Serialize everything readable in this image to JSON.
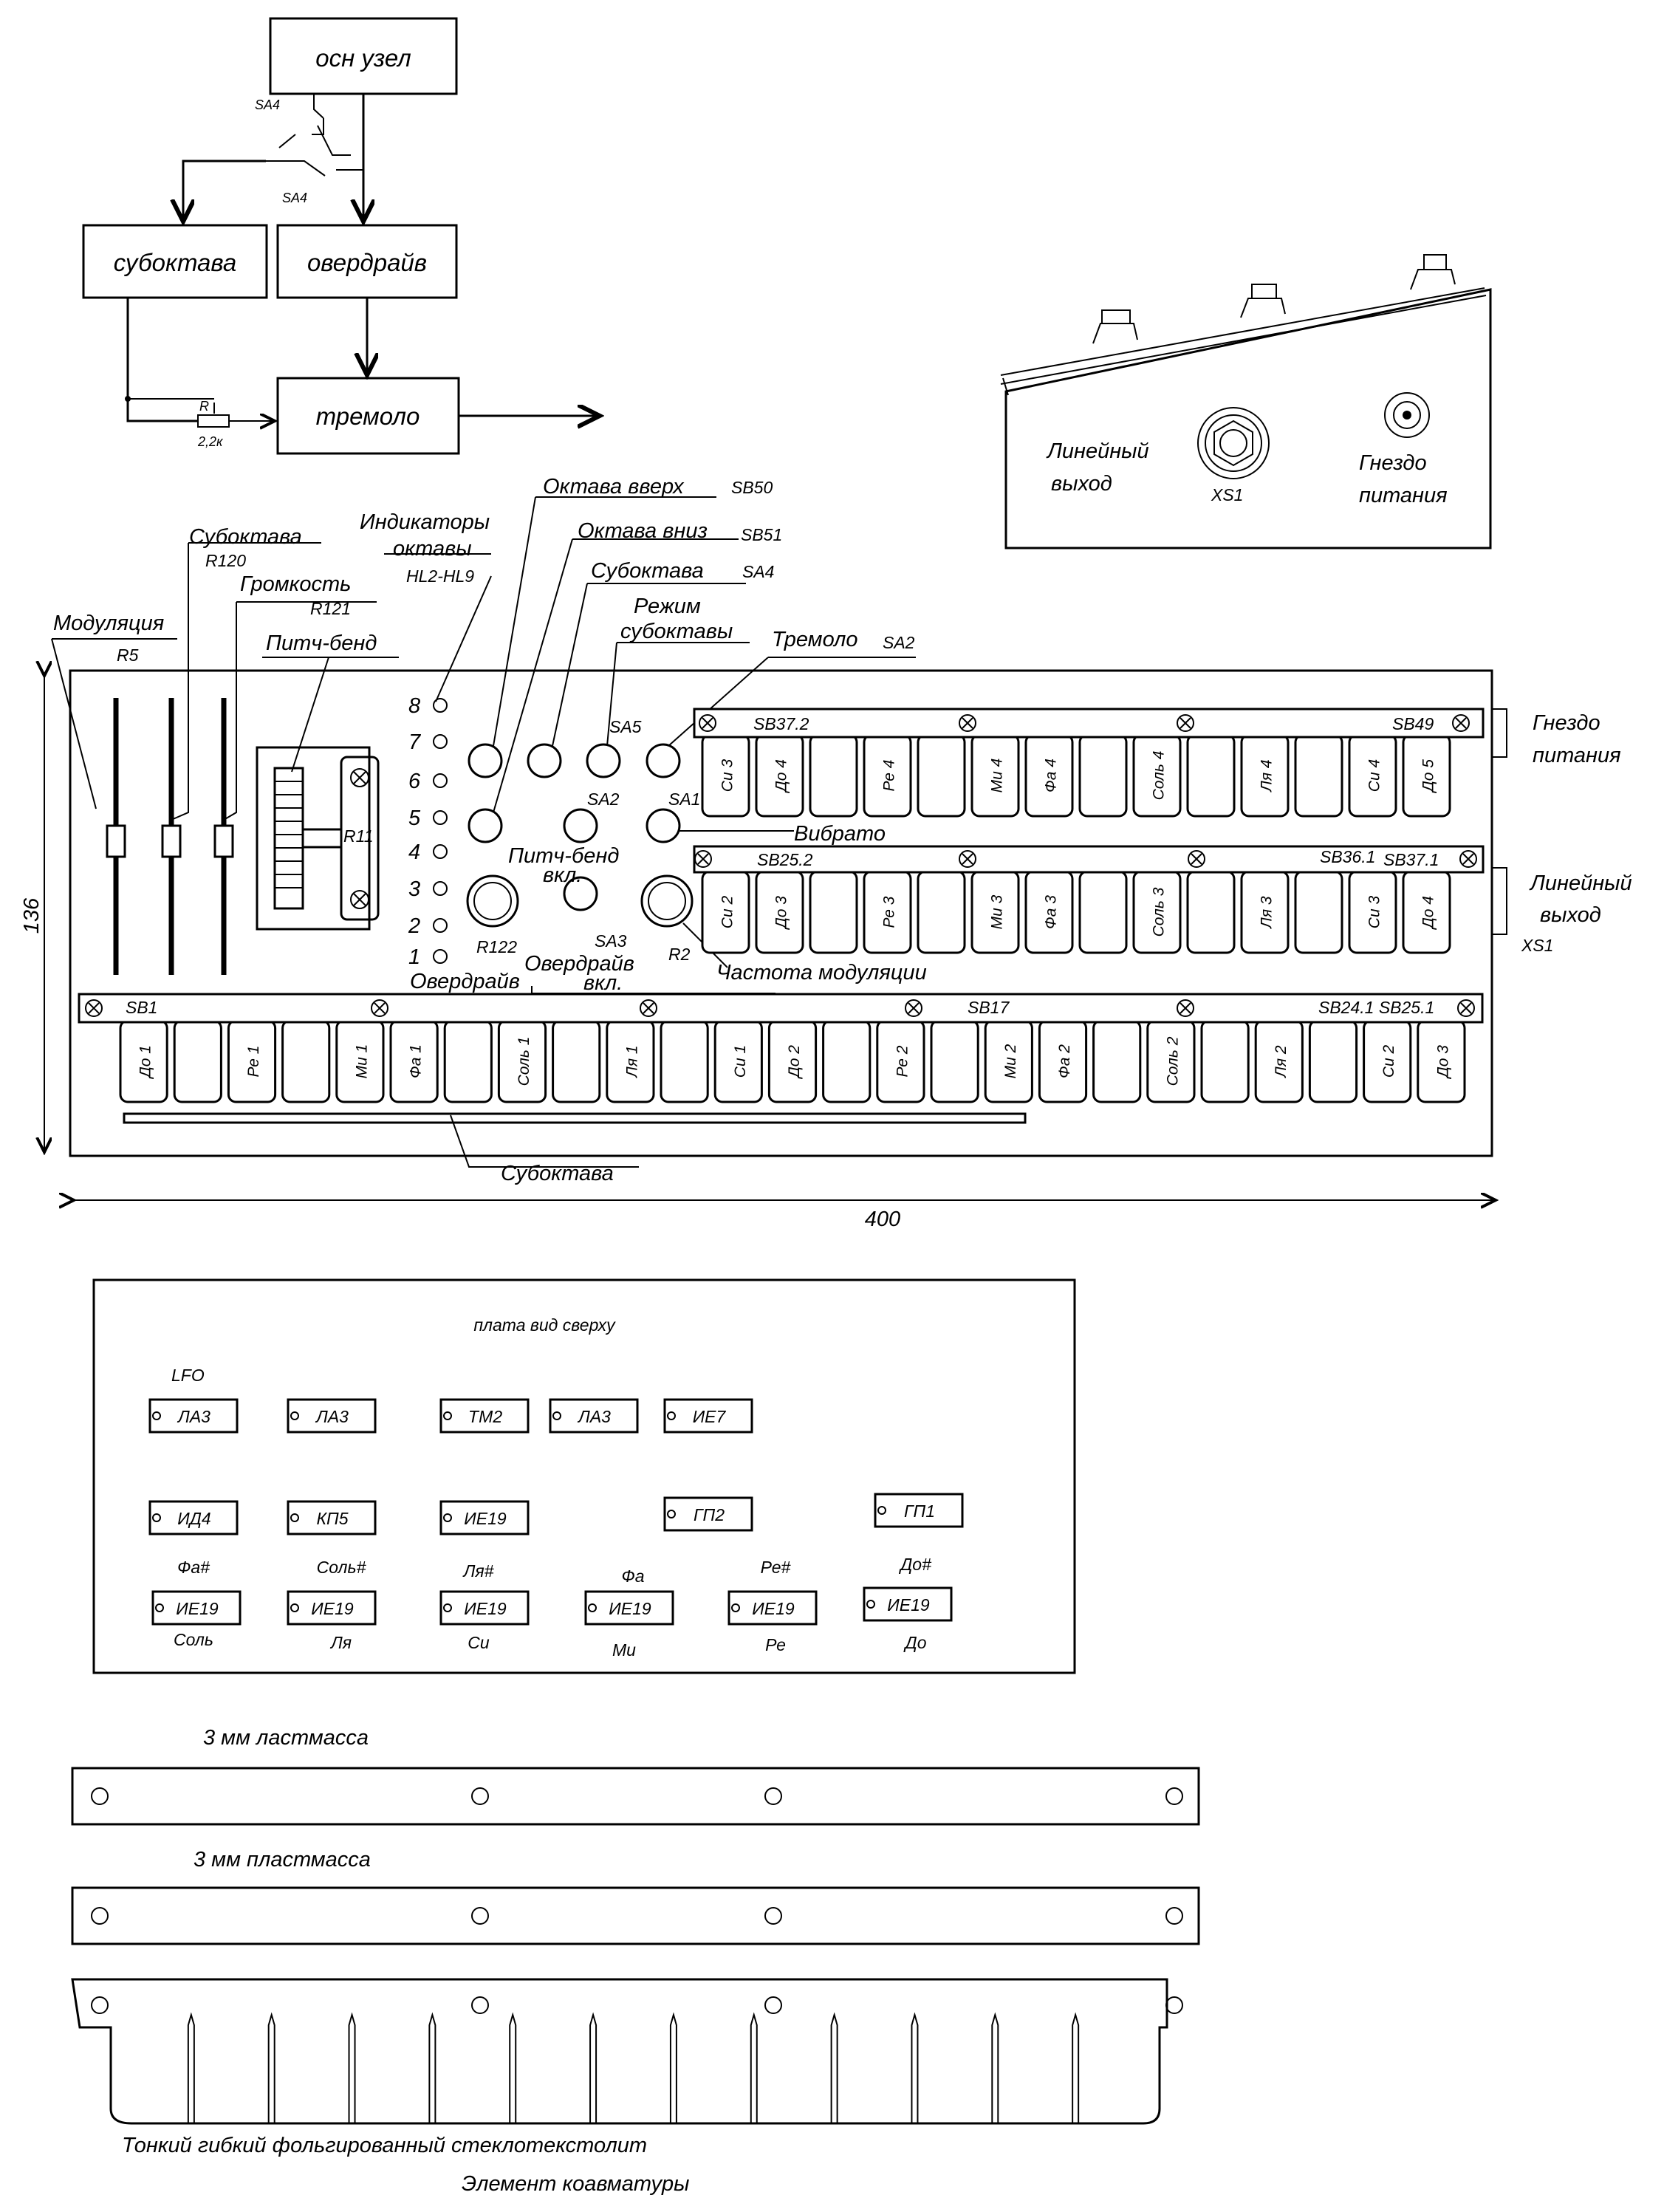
{
  "block_diagram": {
    "main": "осн узел",
    "suboctave": "субоктава",
    "overdrive": "овердрайв",
    "tremolo": "тремоло",
    "switch_top": "SA4",
    "switch_bottom": "SA4",
    "resistor": "R",
    "resistor_value": "2,2к"
  },
  "side_view": {
    "line_out": [
      "Линейный",
      "выход"
    ],
    "xs1": "XS1",
    "power_jack": [
      "Гнездо",
      "питания"
    ]
  },
  "panel": {
    "callouts": {
      "modulation": "Модуляция",
      "r5": "R5",
      "suboctave": "Субоктава",
      "r120": "R120",
      "volume": "Громкость",
      "r121": "R121",
      "pitch_bend": "Питч-бенд",
      "indicators": [
        "Индикаторы",
        "октавы"
      ],
      "hl": "HL2-HL9",
      "octave_up": "Октава вверх",
      "sb50": "SB50",
      "octave_down": "Октава вниз",
      "sb51": "SB51",
      "sub_sw": "Субоктава",
      "sa4": "SA4",
      "sub_mode": [
        "Режим",
        "субоктавы"
      ],
      "tremolo": "Тремоло",
      "sa2_top": "SA2",
      "sa5": "SA5",
      "sa2": "SA2",
      "sa1": "SA1",
      "vibrato": "Вибрато",
      "pb_on": [
        "Питч-бенд",
        "вкл."
      ],
      "r11": "R11",
      "r122": "R122",
      "sa3": "SA3",
      "r2": "R2",
      "overdrive": "Овердрайв",
      "od_on": [
        "Овердрайв",
        "вкл."
      ],
      "mod_rate": "Частота модуляции",
      "suboctave_bottom": "Субоктава",
      "power": [
        "Гнездо",
        "питания"
      ],
      "line_out": [
        "Линейный",
        "выход"
      ],
      "xs1": "XS1",
      "dim_h": "136",
      "dim_w": "400"
    },
    "indicator_numbers": [
      "8",
      "7",
      "6",
      "5",
      "4",
      "3",
      "2",
      "1"
    ],
    "row3_labels": {
      "left": "SB37.2",
      "right": "SB49"
    },
    "row2_labels": {
      "left": "SB25.2",
      "mid": "SB36.1",
      "right": "SB37.1"
    },
    "row1_labels": {
      "left": "SB1",
      "mid": "SB17",
      "right": "SB24.1 SB25.1"
    },
    "row3_keys": [
      "Си 3",
      "До 4",
      "",
      "Ре 4",
      "",
      "Ми 4",
      "Фа 4",
      "",
      "Соль 4",
      "",
      "Ля 4",
      "",
      "Си 4",
      "До 5"
    ],
    "row2_keys": [
      "Си 2",
      "До 3",
      "",
      "Ре 3",
      "",
      "Ми 3",
      "Фа 3",
      "",
      "Соль 3",
      "",
      "Ля 3",
      "",
      "Си 3",
      "До 4"
    ],
    "row1_keys": [
      "До 1",
      "",
      "Ре 1",
      "",
      "Ми 1",
      "Фа 1",
      "",
      "Соль 1",
      "",
      "Ля 1",
      "",
      "Си 1",
      "До 2",
      "",
      "Ре 2",
      "",
      "Ми 2",
      "Фа 2",
      "",
      "Соль 2",
      "",
      "Ля 2",
      "",
      "Си 2",
      "До 3"
    ]
  },
  "board": {
    "title": "плата вид сверху",
    "lfo": "LFO",
    "chips_row1": [
      "ЛА3",
      "ЛА3",
      "ТМ2",
      "ЛА3",
      "ИЕ7"
    ],
    "chips_row2": [
      "ИД4",
      "КП5",
      "ИЕ19",
      "ГП2",
      "ГП1"
    ],
    "labels_above_row3": [
      "Фа#",
      "Соль#",
      "Ля#",
      "Фа",
      "Ре#",
      "До#"
    ],
    "chips_row3": [
      "ИЕ19",
      "ИЕ19",
      "ИЕ19",
      "ИЕ19",
      "ИЕ19",
      "ИЕ19"
    ],
    "labels_below_row3": [
      "Соль",
      "Ля",
      "Си",
      "Ми",
      "Ре",
      "До"
    ]
  },
  "strips": {
    "strip1": "3 мм ластмасса",
    "strip2": "3 мм пластмасса",
    "caption1": "Тонкий гибкий фольгированный стеклотекстолит",
    "caption2": "Элемент коавматуры"
  }
}
